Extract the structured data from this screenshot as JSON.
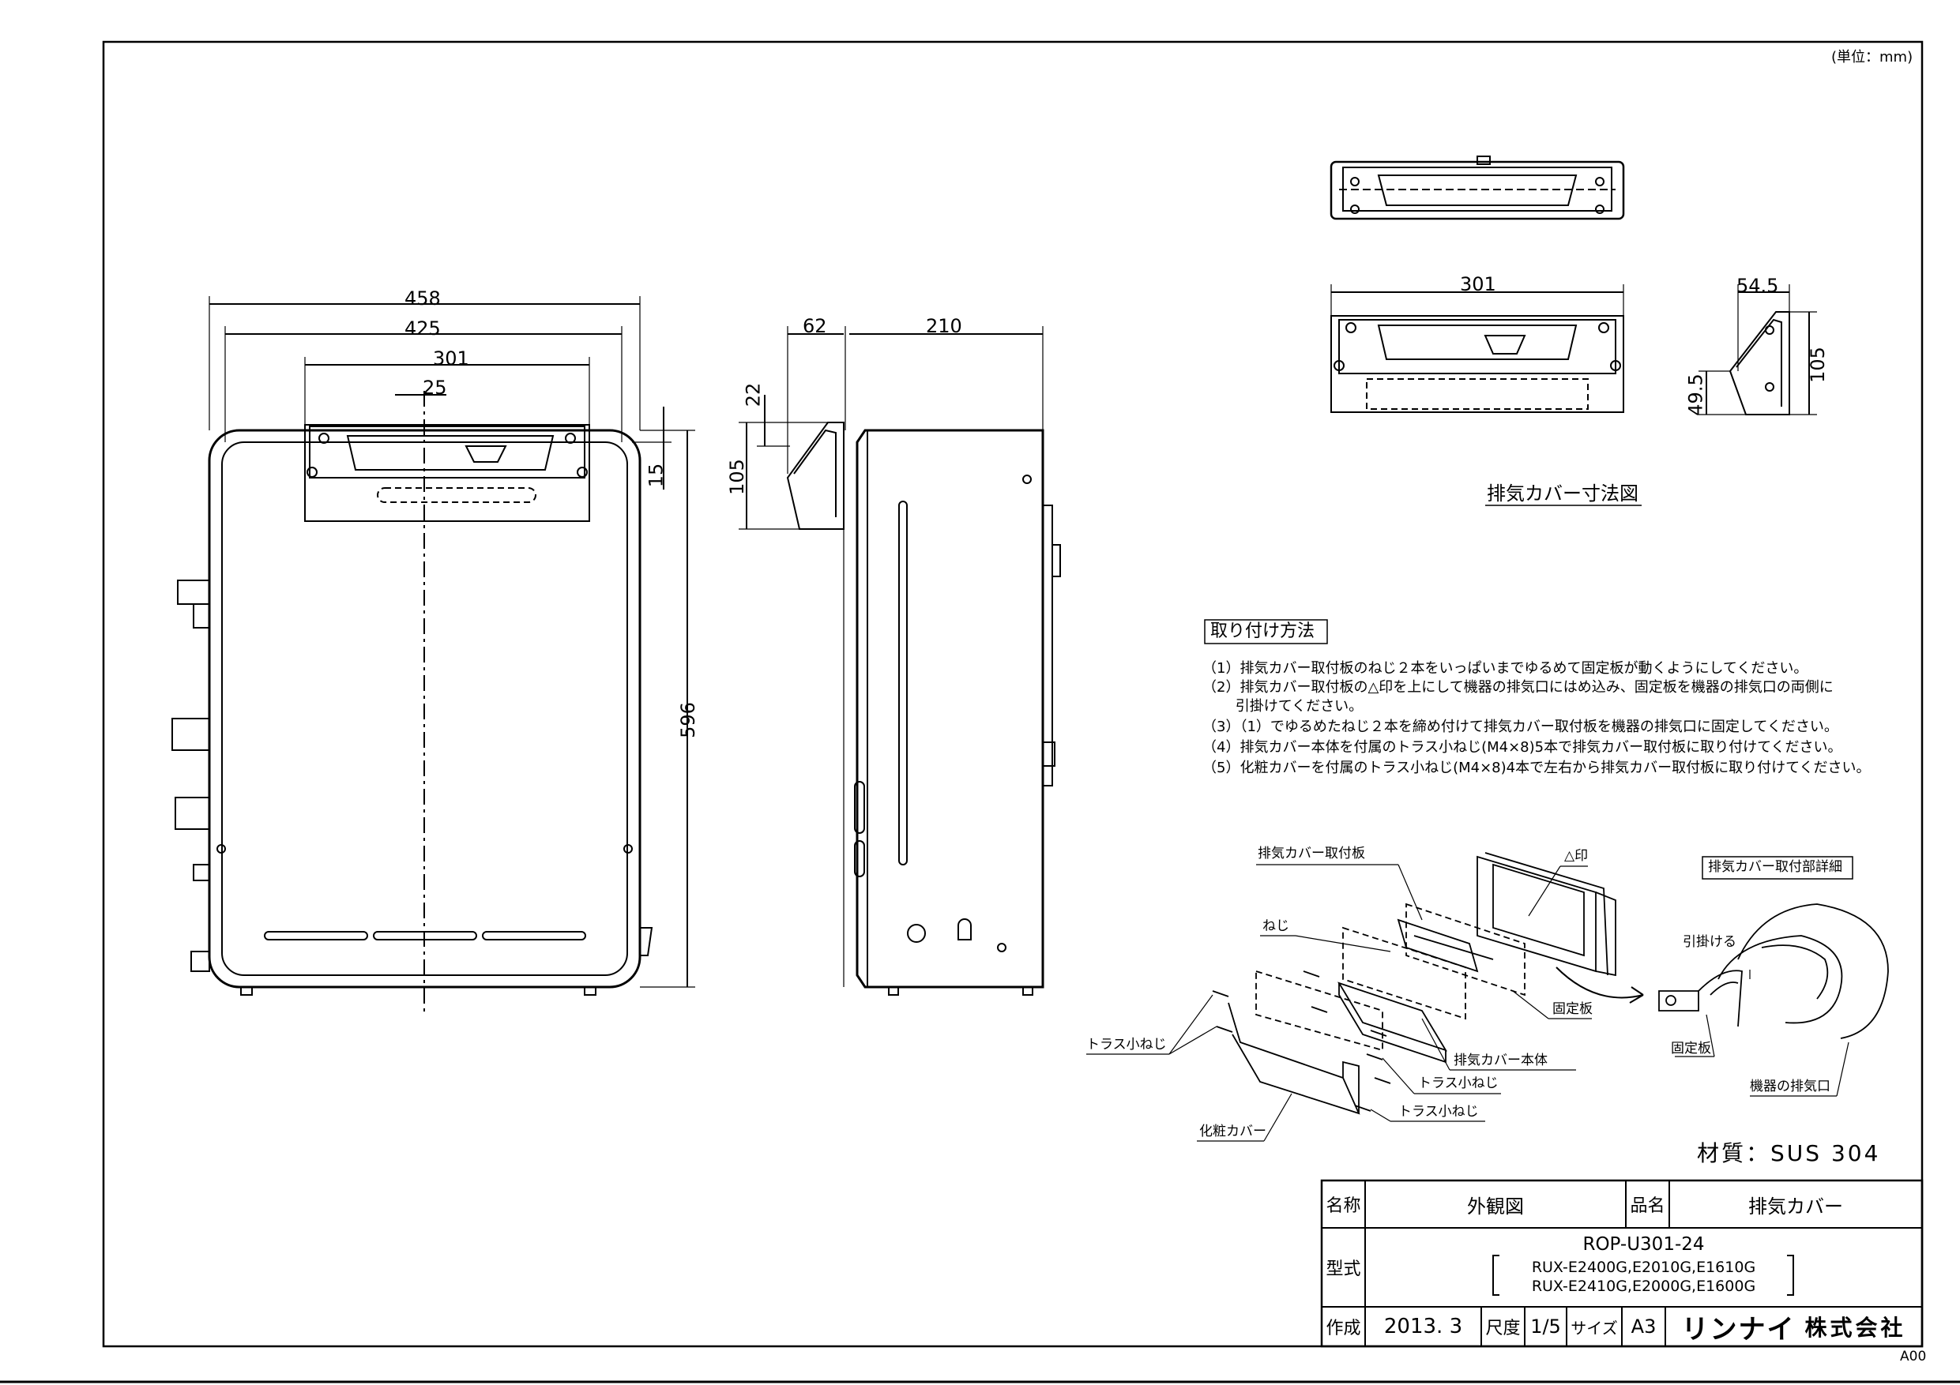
{
  "unit_note": "(単位：mm)",
  "front_view": {
    "dim_width_458": "458",
    "dim_width_425": "425",
    "dim_width_301": "301",
    "dim_offset_25": "25",
    "dim_height_596": "596",
    "dim_15": "15"
  },
  "side_view": {
    "dim_62": "62",
    "dim_210": "210",
    "dim_22": "22",
    "dim_105": "105"
  },
  "cover_detail": {
    "dim_301": "301",
    "dim_54_5": "54.5",
    "dim_105": "105",
    "dim_49_5": "49.5",
    "caption": "排気カバー寸法図"
  },
  "instructions": {
    "heading": "取り付け方法",
    "steps": [
      "（1）排気カバー取付板のねじ２本をいっぱいまでゆるめて固定板が動くようにしてください。",
      "（2）排気カバー取付板の△印を上にして機器の排気口にはめ込み、固定板を機器の排気口の両側に",
      "　　 引掛けてください。",
      "（3）（1）でゆるめたねじ２本を締め付けて排気カバー取付板を機器の排気口に固定してください。",
      "（4）排気カバー本体を付属のトラス小ねじ(M4×8)5本で排気カバー取付板に取り付けてください。",
      "（5）化粧カバーを付属のトラス小ねじ(M4×8)4本で左右から排気カバー取付板に取り付けてください。"
    ]
  },
  "assembly_labels": {
    "mount_plate": "排気カバー取付板",
    "triangle_mark": "△印",
    "screw": "ねじ",
    "fixing_plate": "固定板",
    "truss_screw_1": "トラス小ねじ",
    "cover_body": "排気カバー本体",
    "truss_screw_2": "トラス小ねじ",
    "truss_screw_3": "トラス小ねじ",
    "decor_cover": "化粧カバー",
    "detail_title": "排気カバー取付部詳細",
    "hook": "引掛ける",
    "detail_fixing_plate": "固定板",
    "exhaust_port": "機器の排気口"
  },
  "material": "材質：SUS 304",
  "title_block": {
    "name_label": "名称",
    "name_value": "外観図",
    "product_label": "品名",
    "product_value": "排気カバー",
    "model_label": "型式",
    "model_main": "ROP-U301-24",
    "model_sub1": "RUX-E2400G,E2010G,E1610G",
    "model_sub2": "RUX-E2410G,E2000G,E1600G",
    "created_label": "作成",
    "created_value": "2013. 3",
    "scale_label": "尺度",
    "scale_value": "1/5",
    "size_label": "サイズ",
    "size_value": "A3",
    "company_logo": "リンナイ",
    "company_suffix": "株式会社"
  },
  "sheet_code": "A00"
}
